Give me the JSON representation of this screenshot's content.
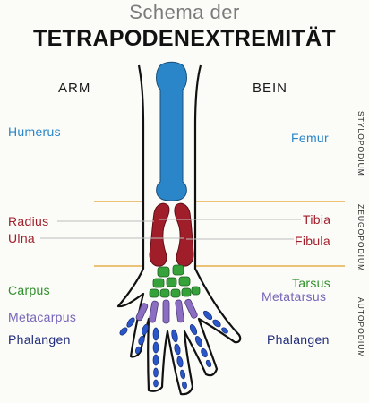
{
  "header": {
    "title": "Schema der",
    "subtitle": "TETRAPODENEXTREMITÄT"
  },
  "columns": {
    "left": "ARM",
    "right": "BEIN"
  },
  "sections": [
    {
      "name": "STYLOPODIUM"
    },
    {
      "name": "ZEUGOPODIUM"
    },
    {
      "name": "AUTOPODIUM"
    }
  ],
  "arm_labels": {
    "humerus": "Humerus",
    "radius": "Radius",
    "ulna": "Ulna",
    "carpus": "Carpus",
    "metacarpus": "Metacarpus",
    "phalangen": "Phalangen"
  },
  "leg_labels": {
    "femur": "Femur",
    "tibia": "Tibia",
    "fibula": "Fibula",
    "tarsus": "Tarsus",
    "metatarsus": "Metatarsus",
    "phalangen": "Phalangen"
  },
  "colors": {
    "stylopodium_bone": "#2a86c8",
    "zeugopodium_bone": "#a01e2a",
    "carpal_bone": "#36a33a",
    "metacarpal_bone": "#8b6ec2",
    "phalanx_bone": "#2a56c8",
    "divider_line": "#e8b04a",
    "outline": "#111111"
  }
}
